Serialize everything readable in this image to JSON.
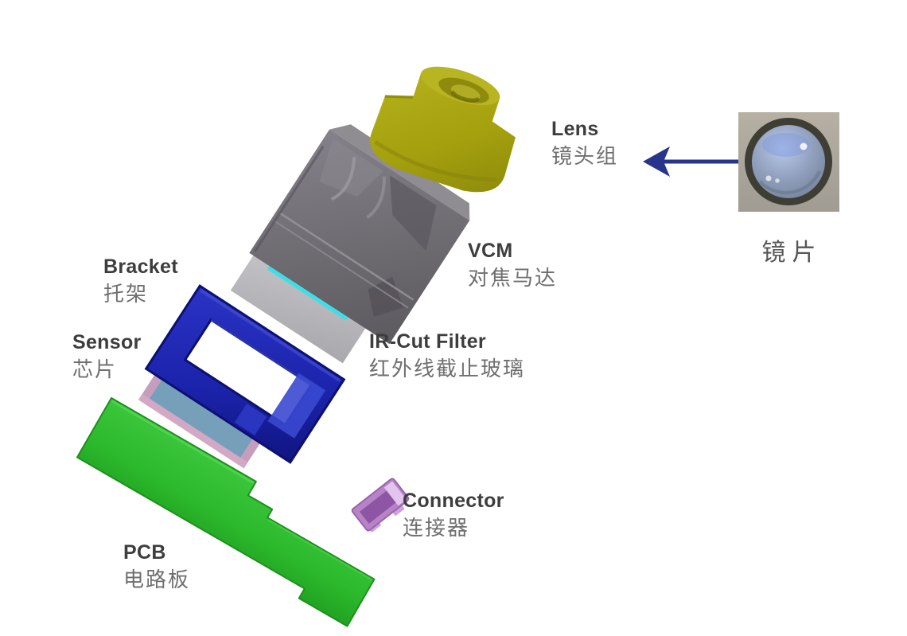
{
  "diagram": {
    "description": "Exploded view diagram of a smartphone camera module with bilingual labels",
    "labels": {
      "lens": {
        "en": "Lens",
        "zh": "镜头组"
      },
      "vcm": {
        "en": "VCM",
        "zh": "对焦马达"
      },
      "bracket": {
        "en": "Bracket",
        "zh": "托架"
      },
      "sensor": {
        "en": "Sensor",
        "zh": "芯片"
      },
      "ir_cut_filter": {
        "en": "IR-Cut Filter",
        "zh": "红外线截止玻璃"
      },
      "connector": {
        "en": "Connector",
        "zh": "连接器"
      },
      "pcb": {
        "en": "PCB",
        "zh": "电路板"
      },
      "lens_element_caption": "镜片"
    },
    "colors": {
      "background": "#ffffff",
      "lens_barrel_yellow": "#a8a40f",
      "vcm_gray": "#6f6c72",
      "cyan_strip": "#3cdfe8",
      "ir_cut_filter_gray": "#b6b5b9",
      "bracket_blue": "#1c24ae",
      "sensor_border_pink": "#c59dbd",
      "sensor_center_blue": "#769fba",
      "pcb_green": "#2cb92c",
      "connector_violet": "#b684c6",
      "arrow_navy": "#27368c",
      "label_english": "#3d3d3d",
      "label_chinese": "#6f6f6f"
    }
  }
}
